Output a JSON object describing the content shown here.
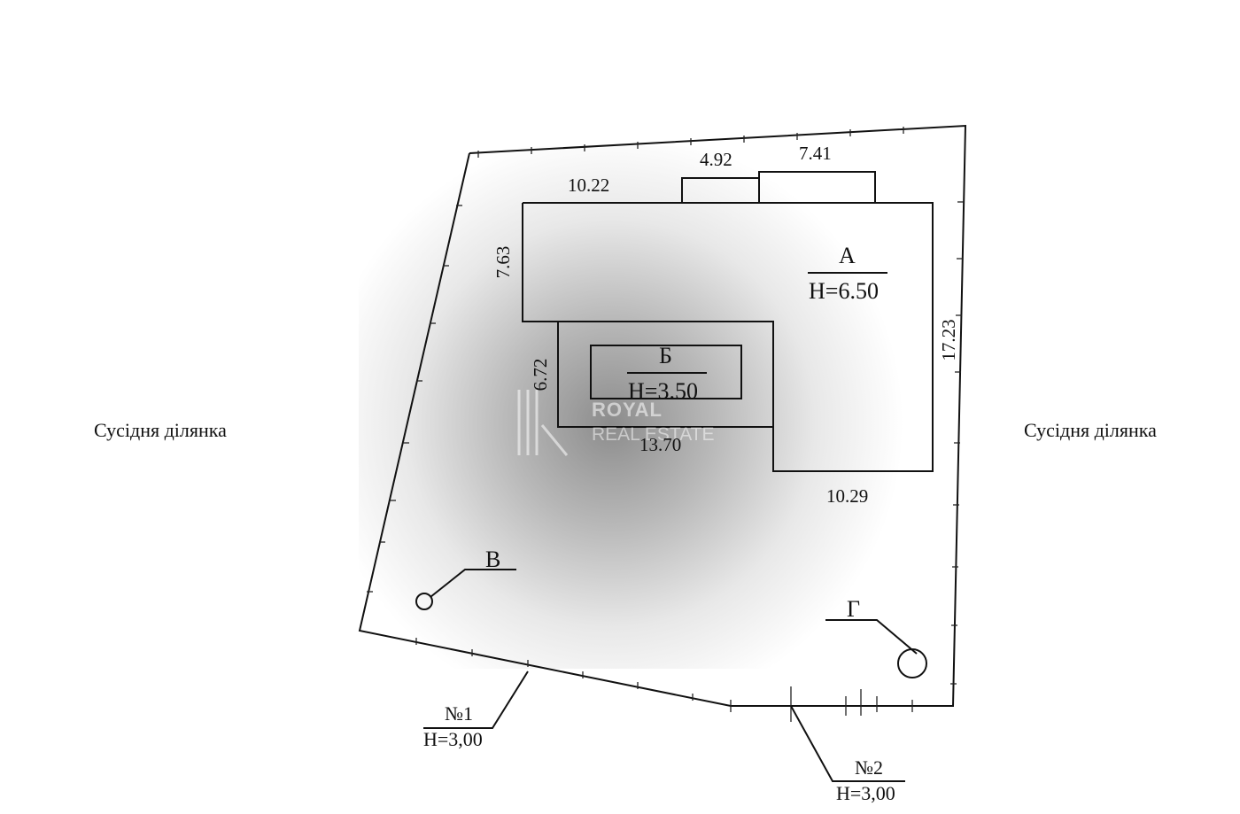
{
  "neighbors": {
    "left": "Сусідня ділянка",
    "right": "Сусідня ділянка"
  },
  "building_a": {
    "name": "А",
    "height": "H=6.50"
  },
  "building_b": {
    "name": "Б",
    "height": "H=3.50"
  },
  "marker_v": {
    "name": "В"
  },
  "marker_g": {
    "name": "Г"
  },
  "point_1": {
    "name": "№1",
    "height": "H=3,00"
  },
  "point_2": {
    "name": "№2",
    "height": "H=3,00"
  },
  "dimensions": {
    "d_10_22": "10.22",
    "d_4_92": "4.92",
    "d_7_41": "7.41",
    "d_7_63": "7.63",
    "d_17_23": "17.23",
    "d_6_72": "6.72",
    "d_13_70": "13.70",
    "d_10_29": "10.29"
  },
  "watermark": {
    "line1": "ROYAL",
    "line2": "REAL ESTATE"
  }
}
